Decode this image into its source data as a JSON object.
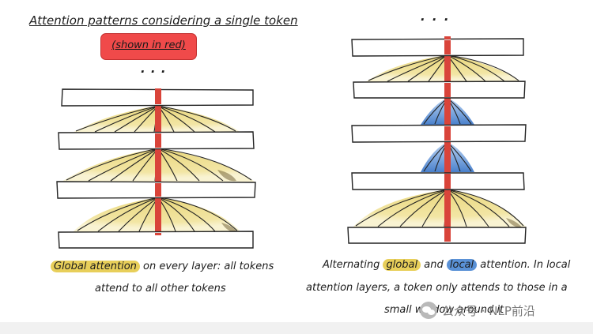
{
  "left_panel": {
    "title": "Attention patterns considering a single token",
    "badge": "(shown in red)",
    "ellipsis": ". . .",
    "caption_highlight": "Global attention",
    "caption_rest1": " on every layer: all tokens",
    "caption_line2": "attend to all other tokens"
  },
  "right_panel": {
    "ellipsis": ". . .",
    "caption_pre": "Alternating ",
    "caption_global": "global",
    "caption_and": " and ",
    "caption_local": "local",
    "caption_post": " attention. In local",
    "caption_line2": "attention layers, a token only attends to those in a",
    "caption_line3": "small window around it"
  },
  "watermark": {
    "text": "公众号 · NLP前沿",
    "icon": "wechat-icon"
  },
  "colors": {
    "token_red": "#d9443a",
    "global_yellow": "#e8cf5a",
    "local_blue": "#5a91d6",
    "badge_red": "#f04a4a"
  }
}
